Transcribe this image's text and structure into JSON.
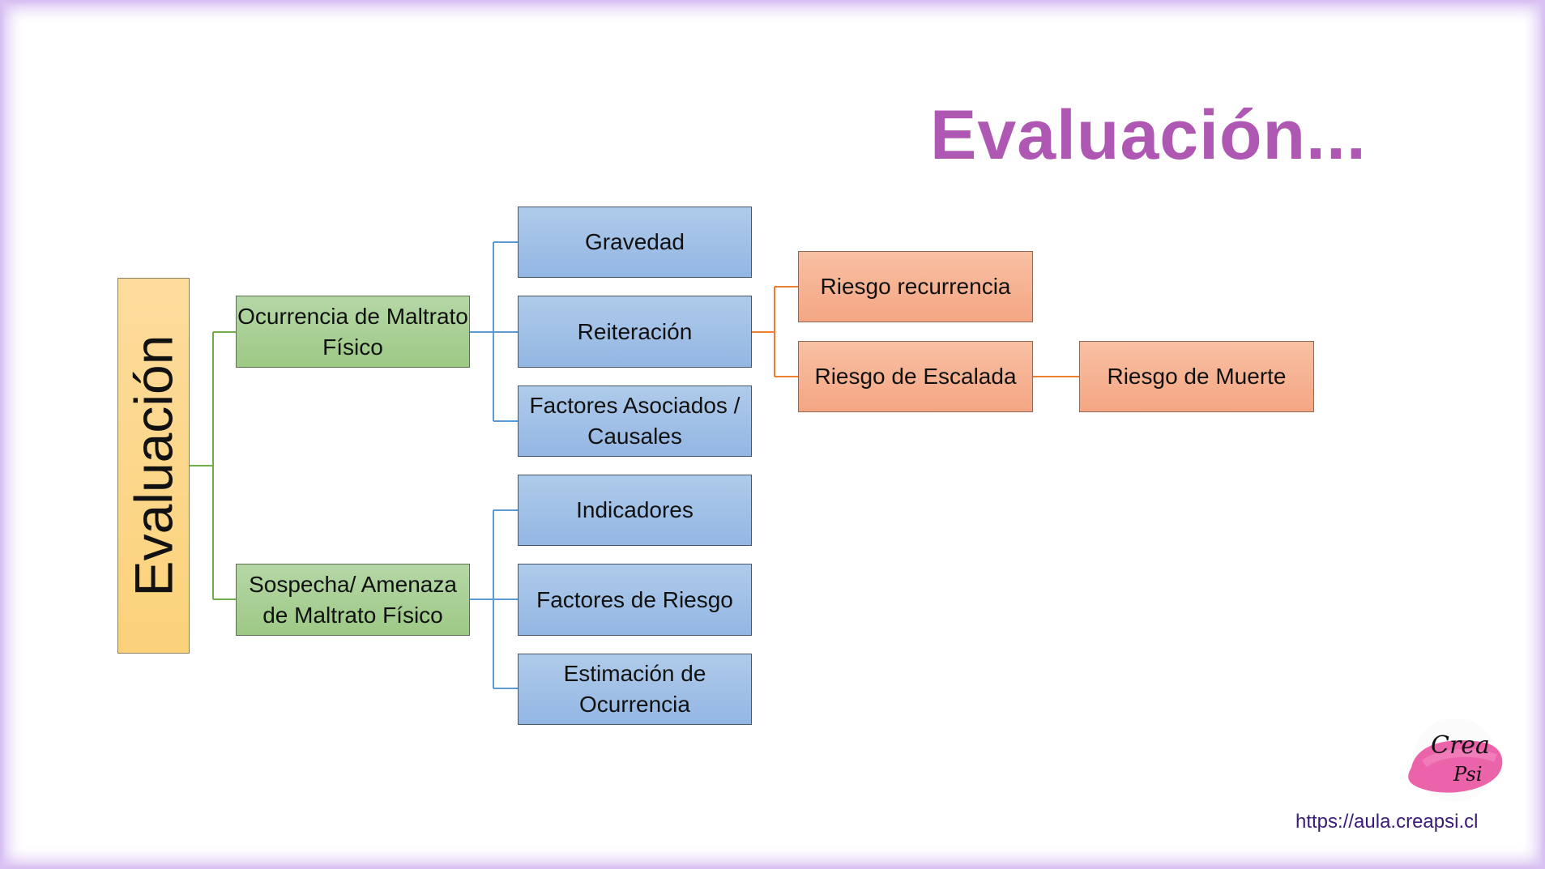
{
  "title": "Evaluación...",
  "root": "Evaluación",
  "level1": [
    "Ocurrencia de Maltrato Físico",
    "Sospecha/ Amenaza de Maltrato Físico"
  ],
  "level2": [
    "Gravedad",
    "Reiteración",
    "Factores Asociados / Causales",
    "Indicadores",
    "Factores de Riesgo",
    "Estimación de Ocurrencia"
  ],
  "level3": [
    "Riesgo recurrencia",
    "Riesgo de Escalada"
  ],
  "level4": [
    "Riesgo de Muerte"
  ],
  "logo": "Crea Psi",
  "url": "https://aula.creapsi.cl",
  "colors": {
    "title": "#ae57b3",
    "green_line": "#70ad47",
    "blue_line": "#5b9bd5",
    "orange_line": "#ed7d31"
  }
}
